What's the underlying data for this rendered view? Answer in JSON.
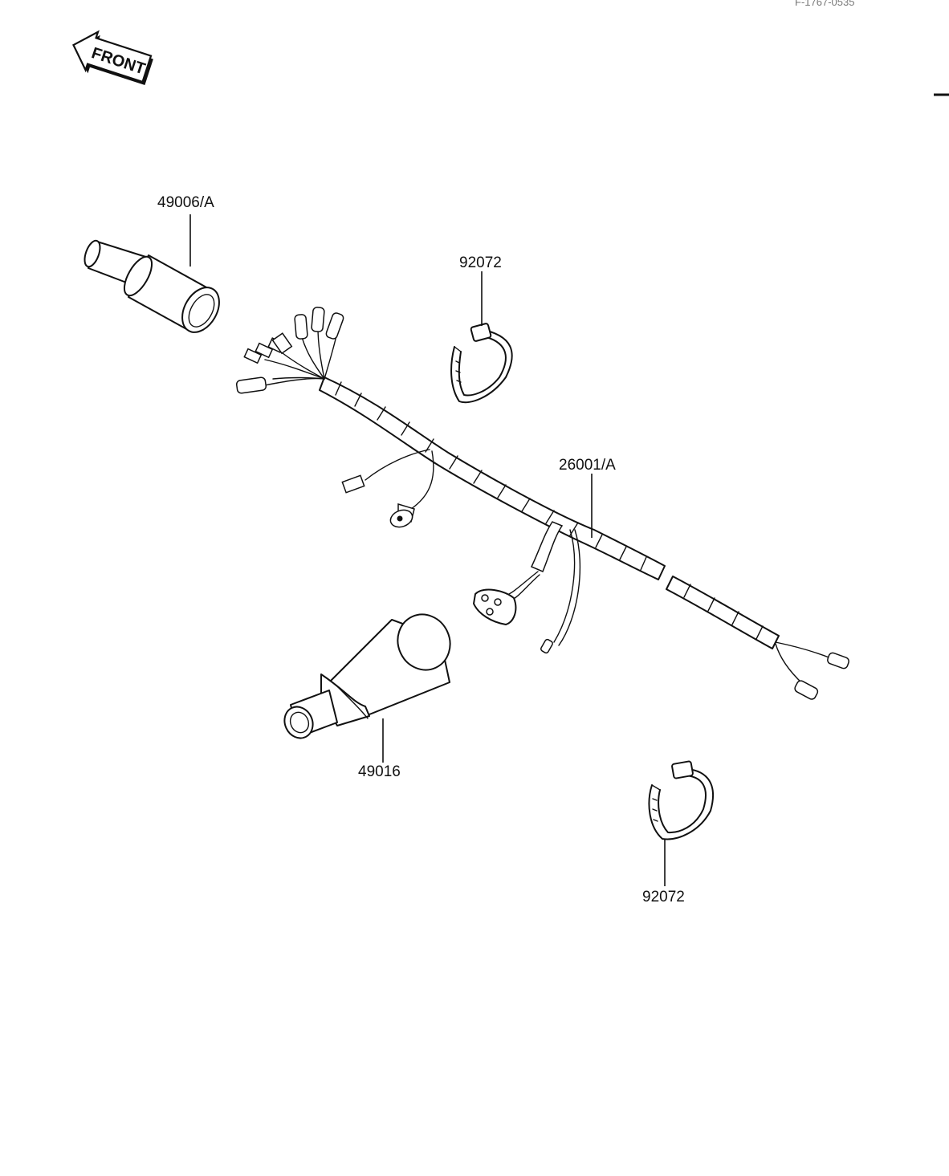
{
  "front_arrow": {
    "text": "FRONT"
  },
  "corner_code": {
    "text": "F-1767-0535"
  },
  "parts": {
    "sleeve_top": {
      "label": "49006/A"
    },
    "clamp_top": {
      "label": "92072"
    },
    "harness": {
      "label": "26001/A"
    },
    "sleeve_bottom": {
      "label": "49016"
    },
    "clamp_bottom": {
      "label": "92072"
    }
  }
}
